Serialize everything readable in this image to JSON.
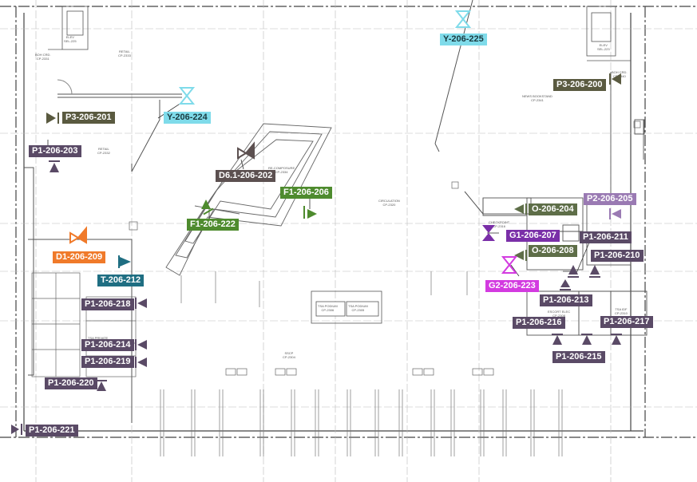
{
  "colors": {
    "P": "#5a5a40",
    "Y": "#7fdbea",
    "P1": "#5a4a66",
    "D6": "#5c5050",
    "F1": "#4e8b2e",
    "D1": "#f07a2a",
    "T": "#1f6e82",
    "O": "#5e6e48",
    "P2": "#9a7ab3",
    "G1": "#7a2fa8",
    "G2": "#d33be0"
  },
  "tags": [
    {
      "id": "Y-206-225",
      "kind": "Y"
    },
    {
      "id": "P3-206-200",
      "kind": "P"
    },
    {
      "id": "P3-206-201",
      "kind": "P"
    },
    {
      "id": "Y-206-224",
      "kind": "Y"
    },
    {
      "id": "P1-206-203",
      "kind": "P1"
    },
    {
      "id": "D6.1-206-202",
      "kind": "D6"
    },
    {
      "id": "F1-206-206",
      "kind": "F1"
    },
    {
      "id": "F1-206-222",
      "kind": "F1"
    },
    {
      "id": "O-206-204",
      "kind": "O"
    },
    {
      "id": "P2-206-205",
      "kind": "P2"
    },
    {
      "id": "G1-206-207",
      "kind": "G1"
    },
    {
      "id": "P1-206-211",
      "kind": "P1"
    },
    {
      "id": "O-206-208",
      "kind": "O"
    },
    {
      "id": "P1-206-210",
      "kind": "P1"
    },
    {
      "id": "D1-206-209",
      "kind": "D1"
    },
    {
      "id": "T-206-212",
      "kind": "T"
    },
    {
      "id": "G2-206-223",
      "kind": "G2"
    },
    {
      "id": "P1-206-218",
      "kind": "P1"
    },
    {
      "id": "P1-206-213",
      "kind": "P1"
    },
    {
      "id": "P1-206-216",
      "kind": "P1"
    },
    {
      "id": "P1-206-217",
      "kind": "P1"
    },
    {
      "id": "P1-206-214",
      "kind": "P1"
    },
    {
      "id": "P1-206-215",
      "kind": "P1"
    },
    {
      "id": "P1-206-219",
      "kind": "P1"
    },
    {
      "id": "P1-206-220",
      "kind": "P1"
    },
    {
      "id": "P1-206-221",
      "kind": "P1"
    }
  ],
  "rooms": [
    {
      "name": "ELEV",
      "num": "SEL-225"
    },
    {
      "name": "RETAIL",
      "num": "CP-2333"
    },
    {
      "name": "BOH CRD.",
      "num": "CP-2331"
    },
    {
      "name": "RETAIL",
      "num": "CP-2332"
    },
    {
      "name": "RE-COMPOSURE",
      "num": "CP-2334"
    },
    {
      "name": "CIRCULATION",
      "num": "CP-2320"
    },
    {
      "name": "NEWS BOOKSTAND",
      "num": "CP-2341"
    },
    {
      "name": "BOH CRD.",
      "num": "CP-2340"
    },
    {
      "name": "ELEV",
      "num": "SEL-223"
    },
    {
      "name": "CHECKPOINT",
      "num": "CP-2316"
    },
    {
      "name": "TSA PRIVATE",
      "num": "CP-2303"
    },
    {
      "name": "SSCP",
      "num": "CP-2304"
    },
    {
      "name": "ESCORT ELEC",
      "num": "CP-2308"
    },
    {
      "name": "TSA IDF",
      "num": "CP-2310"
    },
    {
      "name": "TSA PODIUM",
      "num": "CP-2306"
    },
    {
      "name": "TSA PODIUM",
      "num": "CP-2305"
    }
  ]
}
